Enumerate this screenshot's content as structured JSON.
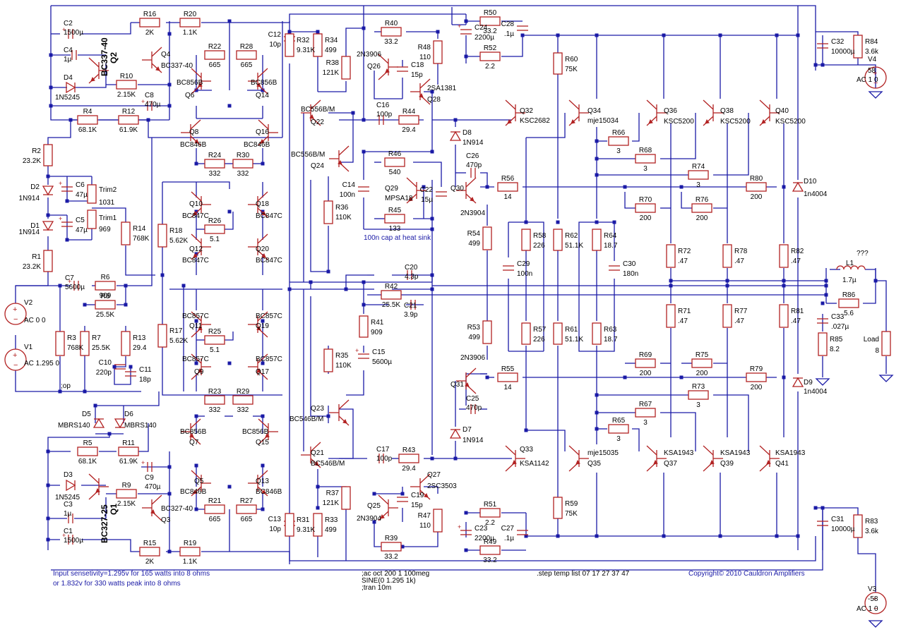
{
  "colors": {
    "wire": "#1a1aa6",
    "component": "#b22222",
    "text": "#000000",
    "note": "#1a1aa6",
    "background": "#ffffff"
  },
  "resistors": [
    {
      "ref": "R16",
      "value": "2K"
    },
    {
      "ref": "R20",
      "value": "1.1K"
    },
    {
      "ref": "R10",
      "value": "2.15K"
    },
    {
      "ref": "R4",
      "value": "68.1K"
    },
    {
      "ref": "R12",
      "value": "61.9K"
    },
    {
      "ref": "R22",
      "value": "665"
    },
    {
      "ref": "R28",
      "value": "665"
    },
    {
      "ref": "R24",
      "value": "332"
    },
    {
      "ref": "R30",
      "value": "332"
    },
    {
      "ref": "R2",
      "value": "23.2K"
    },
    {
      "ref": "R1",
      "value": "23.2K"
    },
    {
      "ref": "R14",
      "value": "768K"
    },
    {
      "ref": "R18",
      "value": "5.62K"
    },
    {
      "ref": "R26",
      "value": "5.1"
    },
    {
      "ref": "R6",
      "value": "909"
    },
    {
      "ref": "R8",
      "value": "25.5K"
    },
    {
      "ref": "R3",
      "value": "768K"
    },
    {
      "ref": "R7",
      "value": "25.5K"
    },
    {
      "ref": "R13",
      "value": "29.4"
    },
    {
      "ref": "R17",
      "value": "5.62K"
    },
    {
      "ref": "R25",
      "value": "5.1"
    },
    {
      "ref": "R23",
      "value": "332"
    },
    {
      "ref": "R29",
      "value": "332"
    },
    {
      "ref": "R5",
      "value": "68.1K"
    },
    {
      "ref": "R11",
      "value": "61.9K"
    },
    {
      "ref": "R9",
      "value": "2.15K"
    },
    {
      "ref": "R21",
      "value": "665"
    },
    {
      "ref": "R27",
      "value": "665"
    },
    {
      "ref": "R15",
      "value": "2K"
    },
    {
      "ref": "R19",
      "value": "1.1K"
    },
    {
      "ref": "R32",
      "value": "9.31K"
    },
    {
      "ref": "R34",
      "value": "499"
    },
    {
      "ref": "R38",
      "value": "121K"
    },
    {
      "ref": "R36",
      "value": "110K"
    },
    {
      "ref": "R35",
      "value": "110K"
    },
    {
      "ref": "R37",
      "value": "121K"
    },
    {
      "ref": "R31",
      "value": "9.31K"
    },
    {
      "ref": "R33",
      "value": "499"
    },
    {
      "ref": "R40",
      "value": "33.2"
    },
    {
      "ref": "R48",
      "value": "110"
    },
    {
      "ref": "R44",
      "value": "29.4"
    },
    {
      "ref": "R46",
      "value": "540"
    },
    {
      "ref": "R45",
      "value": "133"
    },
    {
      "ref": "R42",
      "value": "25.5K"
    },
    {
      "ref": "R41",
      "value": "909"
    },
    {
      "ref": "R43",
      "value": "29.4"
    },
    {
      "ref": "R47",
      "value": "110"
    },
    {
      "ref": "R39",
      "value": "33.2"
    },
    {
      "ref": "R50",
      "value": "33.2"
    },
    {
      "ref": "R52",
      "value": "2.2"
    },
    {
      "ref": "R56",
      "value": "14"
    },
    {
      "ref": "R54",
      "value": "499"
    },
    {
      "ref": "R53",
      "value": "499"
    },
    {
      "ref": "R55",
      "value": "14"
    },
    {
      "ref": "R51",
      "value": "2.2"
    },
    {
      "ref": "R49",
      "value": "33.2"
    },
    {
      "ref": "R60",
      "value": "75K"
    },
    {
      "ref": "R58",
      "value": "226"
    },
    {
      "ref": "R57",
      "value": "226"
    },
    {
      "ref": "R59",
      "value": "75K"
    },
    {
      "ref": "R62",
      "value": "51.1K"
    },
    {
      "ref": "R61",
      "value": "51.1K"
    },
    {
      "ref": "R64",
      "value": "18.7"
    },
    {
      "ref": "R63",
      "value": "18.7"
    },
    {
      "ref": "R66",
      "value": "3"
    },
    {
      "ref": "R68",
      "value": "3"
    },
    {
      "ref": "R74",
      "value": "3"
    },
    {
      "ref": "R70",
      "value": "200"
    },
    {
      "ref": "R76",
      "value": "200"
    },
    {
      "ref": "R80",
      "value": "200"
    },
    {
      "ref": "R72",
      "value": ".47"
    },
    {
      "ref": "R78",
      "value": ".47"
    },
    {
      "ref": "R82",
      "value": ".47"
    },
    {
      "ref": "R71",
      "value": ".47"
    },
    {
      "ref": "R77",
      "value": ".47"
    },
    {
      "ref": "R81",
      "value": ".47"
    },
    {
      "ref": "R69",
      "value": "200"
    },
    {
      "ref": "R75",
      "value": "200"
    },
    {
      "ref": "R79",
      "value": "200"
    },
    {
      "ref": "R73",
      "value": "3"
    },
    {
      "ref": "R67",
      "value": "3"
    },
    {
      "ref": "R65",
      "value": "3"
    },
    {
      "ref": "R84",
      "value": "3.6k"
    },
    {
      "ref": "R83",
      "value": "3.6k"
    },
    {
      "ref": "R86",
      "value": "5.6"
    },
    {
      "ref": "R85",
      "value": "8.2"
    },
    {
      "ref": "Load",
      "value": "8"
    }
  ],
  "capacitors": [
    {
      "ref": "C2",
      "value": "1500µ"
    },
    {
      "ref": "C4",
      "value": "1µ"
    },
    {
      "ref": "C8",
      "value": "470µ"
    },
    {
      "ref": "C6",
      "value": "47µ"
    },
    {
      "ref": "C5",
      "value": "47µ"
    },
    {
      "ref": "C7",
      "value": "5600µ"
    },
    {
      "ref": "C10",
      "value": "220p"
    },
    {
      "ref": "C11",
      "value": "18p"
    },
    {
      "ref": "C9",
      "value": "470µ"
    },
    {
      "ref": "C3",
      "value": "1µ"
    },
    {
      "ref": "C1",
      "value": "1500µ"
    },
    {
      "ref": "C12",
      "value": "10p"
    },
    {
      "ref": "C13",
      "value": "10p"
    },
    {
      "ref": "C18",
      "value": "15p"
    },
    {
      "ref": "C16",
      "value": "100p"
    },
    {
      "ref": "C14",
      "value": "100n"
    },
    {
      "ref": "C22",
      "value": "15µ"
    },
    {
      "ref": "C20",
      "value": "4.3p"
    },
    {
      "ref": "C21",
      "value": "3.9p"
    },
    {
      "ref": "C15",
      "value": "5600µ"
    },
    {
      "ref": "C17",
      "value": "100p"
    },
    {
      "ref": "C19",
      "value": "15p"
    },
    {
      "ref": "C24",
      "value": "2200µ"
    },
    {
      "ref": "C28",
      "value": ".1µ"
    },
    {
      "ref": "C26",
      "value": "470p"
    },
    {
      "ref": "C25",
      "value": "470p"
    },
    {
      "ref": "C23",
      "value": "2200µ"
    },
    {
      "ref": "C27",
      "value": ".1µ"
    },
    {
      "ref": "C29",
      "value": "100n"
    },
    {
      "ref": "C30",
      "value": "180n"
    },
    {
      "ref": "C32",
      "value": "10000µ"
    },
    {
      "ref": "C31",
      "value": "10000µ"
    },
    {
      "ref": "C33",
      "value": ".027µ"
    }
  ],
  "transistors": [
    {
      "ref": "Q4",
      "model": "BC337-40"
    },
    {
      "ref": "Q2",
      "model": "BC337-40"
    },
    {
      "ref": "Q6",
      "model": "BC856B"
    },
    {
      "ref": "Q14",
      "model": "BC856B"
    },
    {
      "ref": "Q8",
      "model": "BC846B"
    },
    {
      "ref": "Q16",
      "model": "BC846B"
    },
    {
      "ref": "Q10",
      "model": "BC847C"
    },
    {
      "ref": "Q18",
      "model": "BC847C"
    },
    {
      "ref": "Q12",
      "model": "BC847C"
    },
    {
      "ref": "Q20",
      "model": "BC847C"
    },
    {
      "ref": "Q11",
      "model": "BC857C"
    },
    {
      "ref": "Q19",
      "model": "BC857C"
    },
    {
      "ref": "Q9",
      "model": "BC857C"
    },
    {
      "ref": "Q17",
      "model": "BC857C"
    },
    {
      "ref": "Q7",
      "model": "BC856B"
    },
    {
      "ref": "Q15",
      "model": "BC856B"
    },
    {
      "ref": "Q5",
      "model": "BC846B"
    },
    {
      "ref": "Q13",
      "model": "BC846B"
    },
    {
      "ref": "Q3",
      "model": "BC327-40"
    },
    {
      "ref": "Q1",
      "model": "BC327-25"
    },
    {
      "ref": "Q22",
      "model": "BC556B/M"
    },
    {
      "ref": "Q24",
      "model": "BC556B/M"
    },
    {
      "ref": "Q23",
      "model": "BC546B/M"
    },
    {
      "ref": "Q21",
      "model": "BC546B/M"
    },
    {
      "ref": "Q26",
      "model": "2N3906"
    },
    {
      "ref": "Q28",
      "model": "2SA1381"
    },
    {
      "ref": "Q29",
      "model": "MPSA18"
    },
    {
      "ref": "Q30",
      "model": "2N3904"
    },
    {
      "ref": "Q31",
      "model": "2N3906"
    },
    {
      "ref": "Q25",
      "model": "2N3904"
    },
    {
      "ref": "Q27",
      "model": "2SC3503"
    },
    {
      "ref": "Q32",
      "model": "KSC2682"
    },
    {
      "ref": "Q33",
      "model": "KSA1142"
    },
    {
      "ref": "Q34",
      "model": "mje15034"
    },
    {
      "ref": "Q35",
      "model": "mje15035"
    },
    {
      "ref": "Q36",
      "model": "KSC5200"
    },
    {
      "ref": "Q38",
      "model": "KSC5200"
    },
    {
      "ref": "Q40",
      "model": "KSC5200"
    },
    {
      "ref": "Q37",
      "model": "KSA1943"
    },
    {
      "ref": "Q39",
      "model": "KSA1943"
    },
    {
      "ref": "Q41",
      "model": "KSA1943"
    }
  ],
  "diodes": [
    {
      "ref": "D4",
      "model": "1N5245"
    },
    {
      "ref": "D2",
      "model": "1N914"
    },
    {
      "ref": "D1",
      "model": "1N914"
    },
    {
      "ref": "D5",
      "model": "MBRS140"
    },
    {
      "ref": "D6",
      "model": "MBRS140"
    },
    {
      "ref": "D3",
      "model": "1N5245"
    },
    {
      "ref": "D8",
      "model": "1N914"
    },
    {
      "ref": "D7",
      "model": "1N914"
    },
    {
      "ref": "D10",
      "model": "1n4004"
    },
    {
      "ref": "D9",
      "model": "1n4004"
    }
  ],
  "trimmers": [
    {
      "ref": "Trim2",
      "value": "1031"
    },
    {
      "ref": "Trim1",
      "value": "969"
    }
  ],
  "inductor": {
    "ref": "L1",
    "value": "1.7µ",
    "question": "???"
  },
  "sources": [
    {
      "ref": "V2",
      "value": "AC 0 0"
    },
    {
      "ref": "V1",
      "value": "AC 1.295 0"
    },
    {
      "ref": "V4",
      "value": "58",
      "value2": "AC 1 0"
    },
    {
      "ref": "V3",
      "value": "-58",
      "value2": "AC 1 0"
    }
  ],
  "labels": {
    "input_net": ";op",
    "heat_sink_note": "100n cap at heat sink",
    "sens_line1": "Input sensetivity=1.295v for 165 watts into 8 ohms",
    "sens_line2": "or 1.832v for 330 watts peak into 8 ohms",
    "ac_directive": ";ac oct 200 1 100meg",
    "sine_directive": "SINE(0 1.295 1k)",
    "tran_directive": ";tran 10m",
    "step_directive": ".step temp list 07 17 27 37 47",
    "copyright": "Copyright© 2010 Cauldron Amplifiers"
  }
}
